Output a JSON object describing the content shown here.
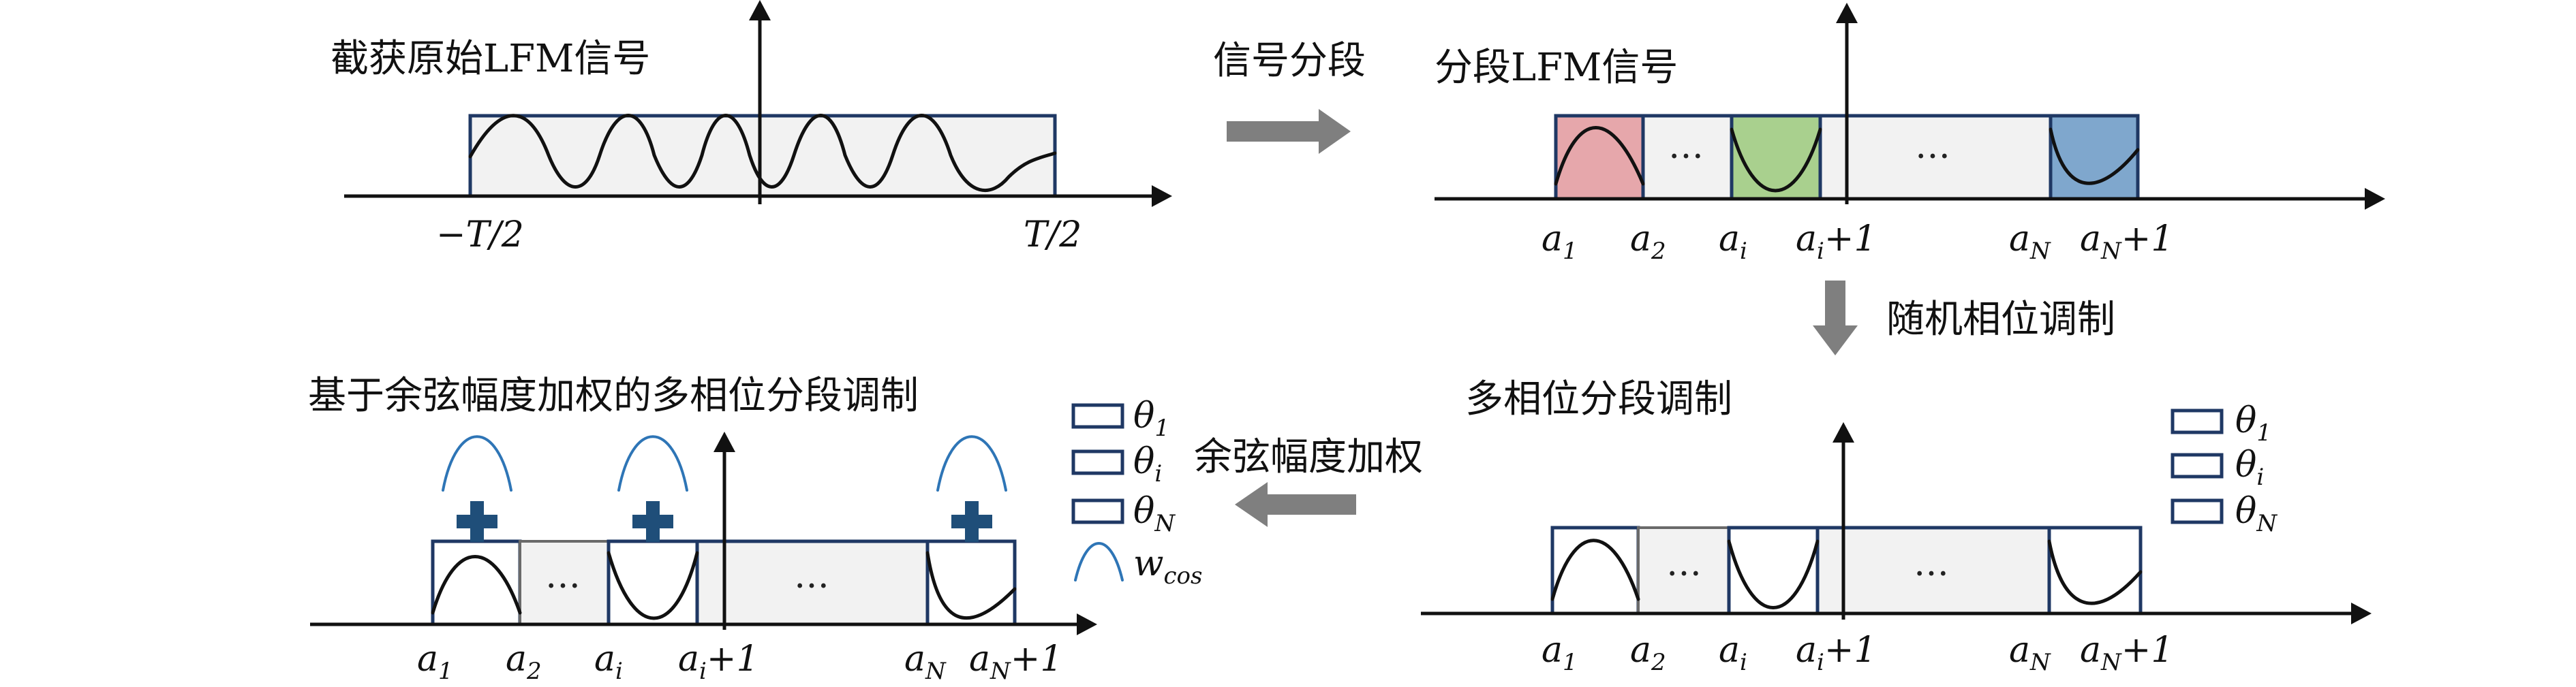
{
  "colors": {
    "box_border": "#1f3864",
    "box_fill": "#f2f2f2",
    "seg_red": "#e6a7ab",
    "seg_green": "#a9d08e",
    "seg_blue": "#7fa7cd",
    "process_arrow": "#7f7f7f",
    "weight_curve": "#2e75b6",
    "plus_sign": "#1f4e79"
  },
  "panel_tl": {
    "title": "截获原始LFM信号",
    "t_neg": "−T/2",
    "t_pos": "T/2"
  },
  "panel_tr": {
    "title": "分段LFM信号",
    "dots": "…"
  },
  "panel_br": {
    "title": "多相位分段调制",
    "dots": "…"
  },
  "panel_bl": {
    "title": "基于余弦幅度加权的多相位分段调制",
    "dots": "…"
  },
  "arrows": {
    "segment": "信号分段",
    "random_phase": "随机相位调制",
    "cos_weight": "余弦幅度加权"
  },
  "segment_labels": [
    {
      "base": "a",
      "sub": "1",
      "suffix": ""
    },
    {
      "base": "a",
      "sub": "2",
      "suffix": ""
    },
    {
      "base": "a",
      "sub": "i",
      "suffix": ""
    },
    {
      "base": "a",
      "sub": "i",
      "suffix": "+1"
    },
    {
      "base": "a",
      "sub": "N",
      "suffix": ""
    },
    {
      "base": "a",
      "sub": "N",
      "suffix": "+1"
    }
  ],
  "legend_phase": [
    {
      "symbol": "θ",
      "sub": "1"
    },
    {
      "symbol": "θ",
      "sub": "i"
    },
    {
      "symbol": "θ",
      "sub": "N"
    }
  ],
  "legend_weight": {
    "symbol": "w",
    "sub": "cos"
  }
}
